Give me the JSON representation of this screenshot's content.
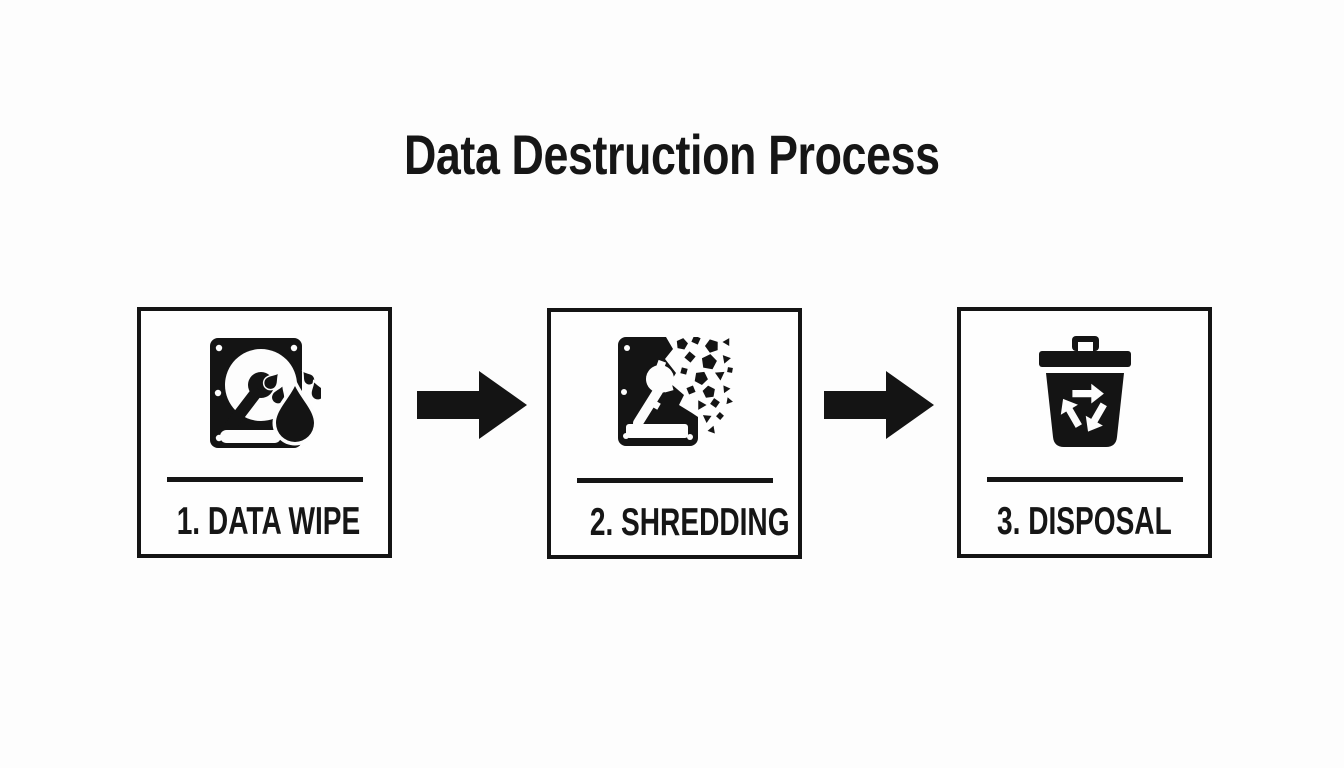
{
  "title": "Data Destruction Process",
  "colors": {
    "ink": "#161616",
    "icon_black": "#141414",
    "background": "#fdfdfd"
  },
  "steps": [
    {
      "label": "1. DATA WIPE",
      "icon": "hdd-wipe-icon"
    },
    {
      "label": "2. SHREDDING",
      "icon": "hdd-shred-icon"
    },
    {
      "label": "3. DISPOSAL",
      "icon": "trash-recycle-bin-icon"
    }
  ],
  "connectors": [
    {
      "icon": "arrow-right-icon"
    },
    {
      "icon": "arrow-right-icon"
    }
  ]
}
